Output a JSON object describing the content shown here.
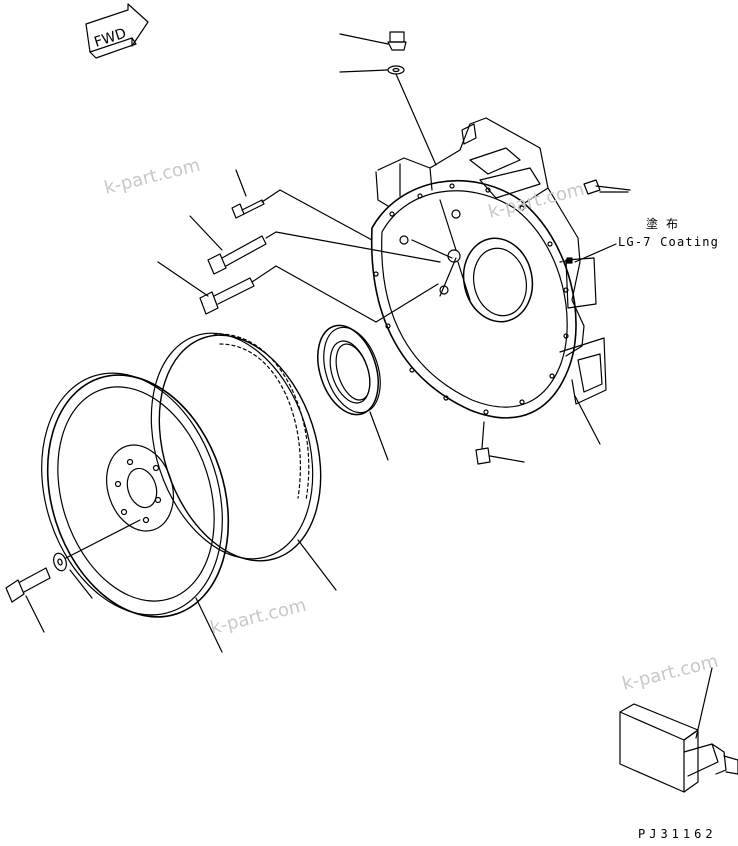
{
  "fwd_label": "FWD",
  "coating": {
    "japanese": "塗布",
    "english": "LG-7 Coating"
  },
  "drawing_id": "PJ31162",
  "watermarks": [
    "k-part.com",
    "k-part.com",
    "k-part.com",
    "k-part.com"
  ],
  "colors": {
    "line": "#000000",
    "watermark": "#c8c8c8",
    "background": "#ffffff"
  }
}
